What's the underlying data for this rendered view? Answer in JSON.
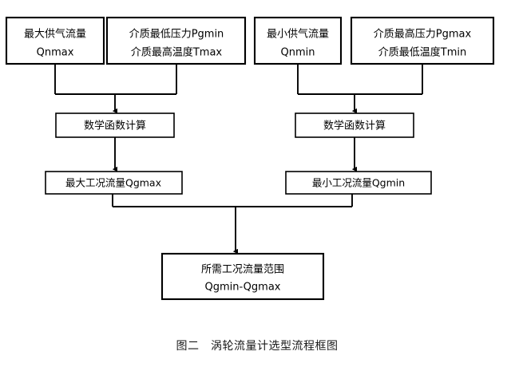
{
  "figure": {
    "caption": "图二　涡轮流量计选型流程框图",
    "caption_label": "图二",
    "caption_title": "涡轮流量计选型流程框图",
    "background_color": "#ffffff",
    "line_color": "#000000",
    "text_color": "#000000"
  },
  "nodes": {
    "input_qnmax": {
      "line1": "最大供气流量",
      "line2": "Qnmax"
    },
    "input_pgmin_tmax": {
      "line1": "介质最低压力Pgmin",
      "line2": "介质最高温度Tmax"
    },
    "input_qnmin": {
      "line1": "最小供气流量",
      "line2": "Qnmin"
    },
    "input_pgmax_tmin": {
      "line1": "介质最高压力Pgmax",
      "line2": "介质最低温度Tmin"
    },
    "calc_left": {
      "line1": "数学函数计算"
    },
    "calc_right": {
      "line1": "数学函数计算"
    },
    "result_qgmax": {
      "line1": "最大工况流量Qgmax"
    },
    "result_qgmin": {
      "line1": "最小工况流量Qgmin"
    },
    "final_range": {
      "line1": "所需工况流量范围",
      "line2": "Qgmin-Qgmax"
    }
  },
  "flow": {
    "type": "flowchart",
    "direction": "top-to-bottom",
    "edges": [
      {
        "from": "input_qnmax",
        "to": "calc_left",
        "style": "merge-arrow"
      },
      {
        "from": "input_pgmin_tmax",
        "to": "calc_left",
        "style": "merge-arrow"
      },
      {
        "from": "input_qnmin",
        "to": "calc_right",
        "style": "merge-arrow"
      },
      {
        "from": "input_pgmax_tmin",
        "to": "calc_right",
        "style": "merge-arrow"
      },
      {
        "from": "calc_left",
        "to": "result_qgmax",
        "style": "arrow"
      },
      {
        "from": "calc_right",
        "to": "result_qgmin",
        "style": "arrow"
      },
      {
        "from": "result_qgmax",
        "to": "final_range",
        "style": "merge-arrow"
      },
      {
        "from": "result_qgmin",
        "to": "final_range",
        "style": "merge-arrow"
      }
    ]
  }
}
